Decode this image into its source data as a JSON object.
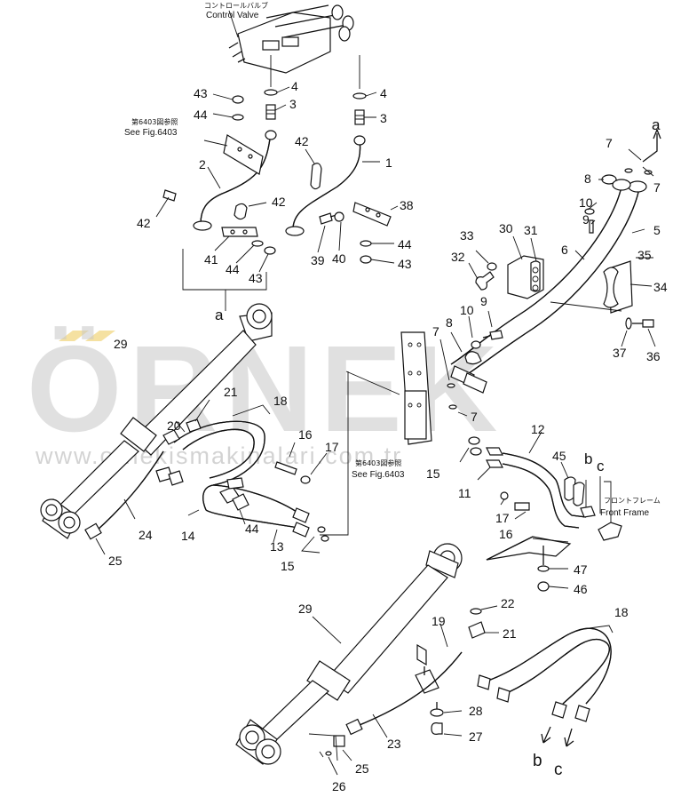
{
  "captions": {
    "control_valve_jp": "コントロールバルブ",
    "control_valve_en": "Control Valve",
    "see_fig_jp_1": "第6403図参照",
    "see_fig_en_1": "See Fig.6403",
    "see_fig_jp_2": "第6403図参照",
    "see_fig_en_2": "See Fig.6403",
    "front_frame_jp": "フロントフレーム",
    "front_frame_en": "Front Frame"
  },
  "watermark": {
    "brand": "ÖRNEK",
    "site": "www.ornekismakinalari.com.tr"
  },
  "ref_letters": {
    "a_top": "a",
    "a_mid": "a",
    "b_mid": "b",
    "c_mid": "c",
    "b_bot": "b",
    "c_bot": "c"
  },
  "callouts": [
    {
      "id": "c4a",
      "label": "4"
    },
    {
      "id": "c4b",
      "label": "4"
    },
    {
      "id": "c43a",
      "label": "43"
    },
    {
      "id": "c44a",
      "label": "44"
    },
    {
      "id": "c3a",
      "label": "3"
    },
    {
      "id": "c3b",
      "label": "3"
    },
    {
      "id": "c42a",
      "label": "42"
    },
    {
      "id": "c1",
      "label": "1"
    },
    {
      "id": "c2",
      "label": "2"
    },
    {
      "id": "c42b",
      "label": "42"
    },
    {
      "id": "c42c",
      "label": "42"
    },
    {
      "id": "c38",
      "label": "38"
    },
    {
      "id": "c41",
      "label": "41"
    },
    {
      "id": "c44b",
      "label": "44"
    },
    {
      "id": "c43b",
      "label": "43"
    },
    {
      "id": "c39",
      "label": "39"
    },
    {
      "id": "c40",
      "label": "40"
    },
    {
      "id": "c44c",
      "label": "44"
    },
    {
      "id": "c43c",
      "label": "43"
    },
    {
      "id": "c7a",
      "label": "7"
    },
    {
      "id": "c7b",
      "label": "7"
    },
    {
      "id": "c8a",
      "label": "8"
    },
    {
      "id": "c10a",
      "label": "10"
    },
    {
      "id": "c9a",
      "label": "9"
    },
    {
      "id": "c5",
      "label": "5"
    },
    {
      "id": "c33",
      "label": "33"
    },
    {
      "id": "c30",
      "label": "30"
    },
    {
      "id": "c31",
      "label": "31"
    },
    {
      "id": "c6",
      "label": "6"
    },
    {
      "id": "c35",
      "label": "35"
    },
    {
      "id": "c32",
      "label": "32"
    },
    {
      "id": "c34",
      "label": "34"
    },
    {
      "id": "c9b",
      "label": "9"
    },
    {
      "id": "c10b",
      "label": "10"
    },
    {
      "id": "c8b",
      "label": "8"
    },
    {
      "id": "c7c",
      "label": "7"
    },
    {
      "id": "c37",
      "label": "37"
    },
    {
      "id": "c36",
      "label": "36"
    },
    {
      "id": "c7d",
      "label": "7"
    },
    {
      "id": "c29a",
      "label": "29"
    },
    {
      "id": "c18a",
      "label": "18"
    },
    {
      "id": "c21a",
      "label": "21"
    },
    {
      "id": "c20",
      "label": "20"
    },
    {
      "id": "c16a",
      "label": "16"
    },
    {
      "id": "c17a",
      "label": "17"
    },
    {
      "id": "c12",
      "label": "12"
    },
    {
      "id": "c15a",
      "label": "15"
    },
    {
      "id": "c11",
      "label": "11"
    },
    {
      "id": "c45",
      "label": "45"
    },
    {
      "id": "c24",
      "label": "24"
    },
    {
      "id": "c14",
      "label": "14"
    },
    {
      "id": "c44d",
      "label": "44"
    },
    {
      "id": "c13",
      "label": "13"
    },
    {
      "id": "c25a",
      "label": "25"
    },
    {
      "id": "c15b",
      "label": "15"
    },
    {
      "id": "c17b",
      "label": "17"
    },
    {
      "id": "c16b",
      "label": "16"
    },
    {
      "id": "c47",
      "label": "47"
    },
    {
      "id": "c46",
      "label": "46"
    },
    {
      "id": "c29b",
      "label": "29"
    },
    {
      "id": "c22",
      "label": "22"
    },
    {
      "id": "c19",
      "label": "19"
    },
    {
      "id": "c21b",
      "label": "21"
    },
    {
      "id": "c18b",
      "label": "18"
    },
    {
      "id": "c28",
      "label": "28"
    },
    {
      "id": "c27",
      "label": "27"
    },
    {
      "id": "c23",
      "label": "23"
    },
    {
      "id": "c25b",
      "label": "25"
    },
    {
      "id": "c26",
      "label": "26"
    }
  ]
}
